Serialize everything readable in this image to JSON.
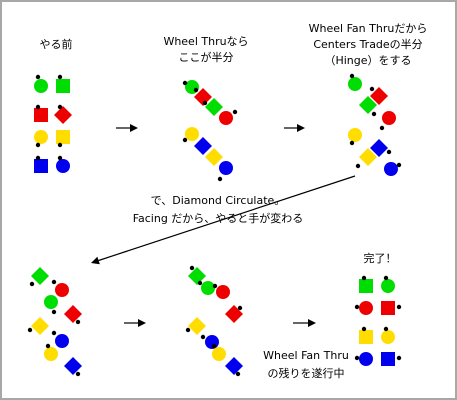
{
  "colors": {
    "green": "#00dd00",
    "red": "#ee0000",
    "yellow": "#ffdd00",
    "blue": "#0000ee",
    "ink": "#000000",
    "frame": "#a8a8a8"
  },
  "labels": {
    "step1": "やる前",
    "step2_line1": "Wheel Thruなら",
    "step2_line2": "ここが半分",
    "step3_line1": "Wheel Fan Thruだから",
    "step3_line2": "Centers Tradeの半分",
    "step3_line3": "（Hinge）をする",
    "middle_line1": "で、Diamond Circulate。",
    "middle_line2": "Facing だから、やると手が変わる",
    "step5_line1": "Wheel Fan Thru",
    "step5_line2": "の残りを遂行中",
    "done": "完了！"
  },
  "dancers": {
    "shapes": [
      "circle",
      "square",
      "diamond"
    ],
    "colors": [
      "green",
      "red",
      "yellow",
      "blue"
    ]
  }
}
